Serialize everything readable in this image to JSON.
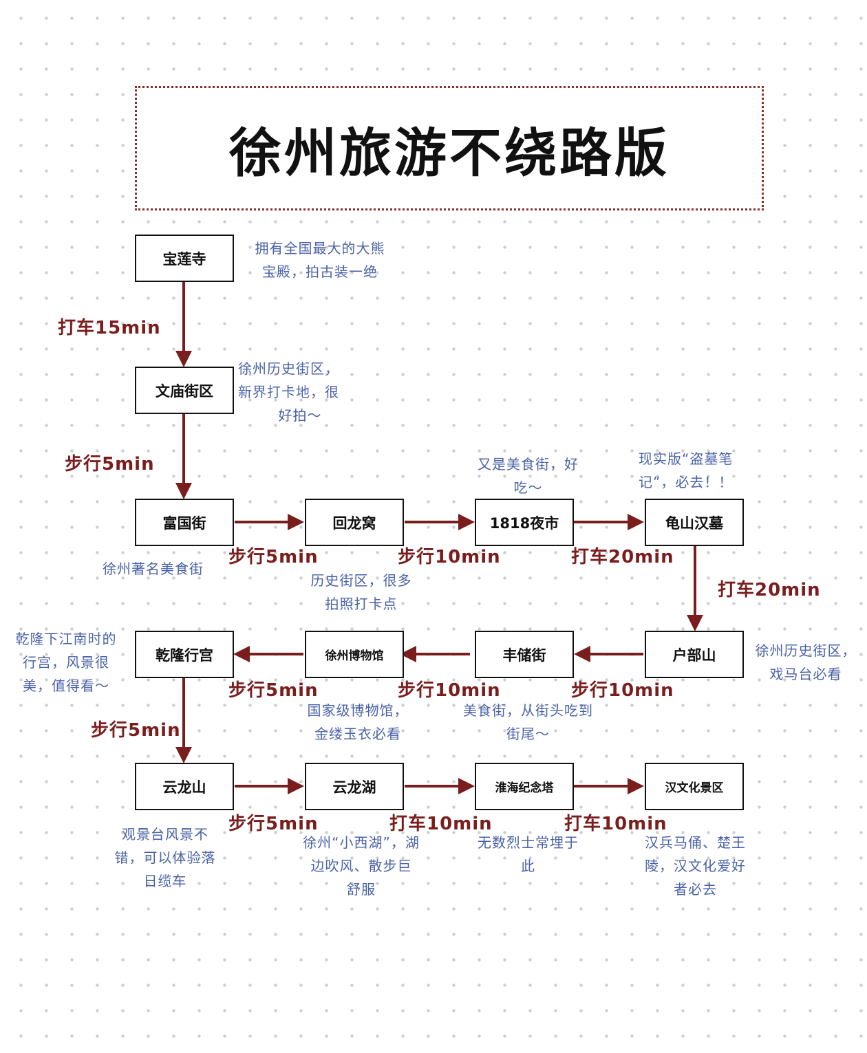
{
  "title": "徐州旅游不绕路版",
  "nodes": [
    "宝莲寺",
    "文庙街区",
    "富国街",
    "回龙窝",
    "1818夜市",
    "龟山汉墓",
    "户部山",
    "丰储街",
    "徐州博物馆",
    "乾隆行宫",
    "云龙山",
    "云龙湖",
    "淮海纪念塔",
    "汉文化景区"
  ],
  "transitions": [
    "打车15min",
    "步行5min",
    "步行5min",
    "步行10min",
    "打车20min",
    "打车20min",
    "步行10min",
    "步行10min",
    "步行5min",
    "步行5min",
    "步行5min",
    "打车10min",
    "打车10min"
  ],
  "notes": {
    "baolian": [
      "拥有全国最大的大熊",
      "宝殿，拍古装一绝"
    ],
    "wenmiao": [
      "徐州历史街区，",
      "新界打卡地，很",
      "好拍～"
    ],
    "fuguo": [
      "徐州著名美食街"
    ],
    "huilong": [
      "历史街区，很多",
      "拍照打卡点"
    ],
    "yeshi": [
      "又是美食街，好",
      "吃～"
    ],
    "guishan": [
      "现实版“盗墓笔",
      "记”，必去！！"
    ],
    "hubu": [
      "徐州历史街区，",
      "戏马台必看"
    ],
    "fengchu": [
      "美食街，从街头吃到",
      "街尾～"
    ],
    "museum": [
      "国家级博物馆，",
      "金缕玉衣必看"
    ],
    "qianlong": [
      "乾隆下江南时的",
      "行宫，风景很",
      "美，值得看～"
    ],
    "yunlongshan": [
      "观景台风景不",
      "错，可以体验落",
      "日缆车"
    ],
    "yunlonghu": [
      "徐州“小西湖”，湖",
      "边吹风、散步巨",
      "舒服"
    ],
    "tower": [
      "无数烈士常埋于",
      "此"
    ],
    "han": [
      "汉兵马俑、楚王",
      "陵，汉文化爱好",
      "者必去"
    ]
  },
  "colors": {
    "arrow": "#7a1d1d",
    "note": "#4a62a8",
    "border": "#111111"
  }
}
